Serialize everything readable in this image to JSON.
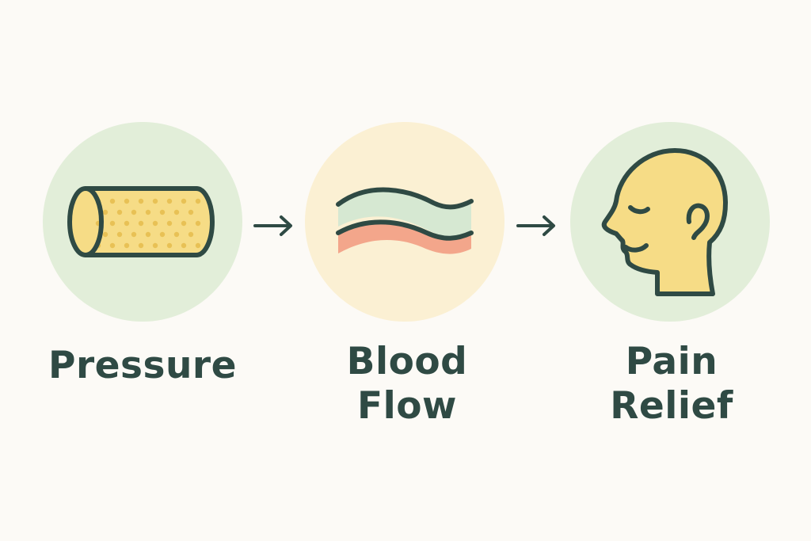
{
  "colors": {
    "background": "#fcfaf6",
    "ink": "#2f4a44",
    "circle_green": "#e2eed9",
    "circle_cream": "#fbf0d3",
    "yellow_fill": "#f6dc86",
    "dots": "#e8c155",
    "flow_green": "#d6e8d2",
    "flow_salmon": "#f3a68b"
  },
  "steps": [
    {
      "icon": "foam-roller-icon",
      "lines": [
        "Pressure"
      ]
    },
    {
      "icon": "blood-flow-wave-icon",
      "lines": [
        "Blood",
        "Flow"
      ]
    },
    {
      "icon": "relaxed-head-icon",
      "lines": [
        "Pain",
        "Relief"
      ]
    }
  ],
  "connectors": [
    "arrow-right-icon",
    "arrow-right-icon"
  ]
}
